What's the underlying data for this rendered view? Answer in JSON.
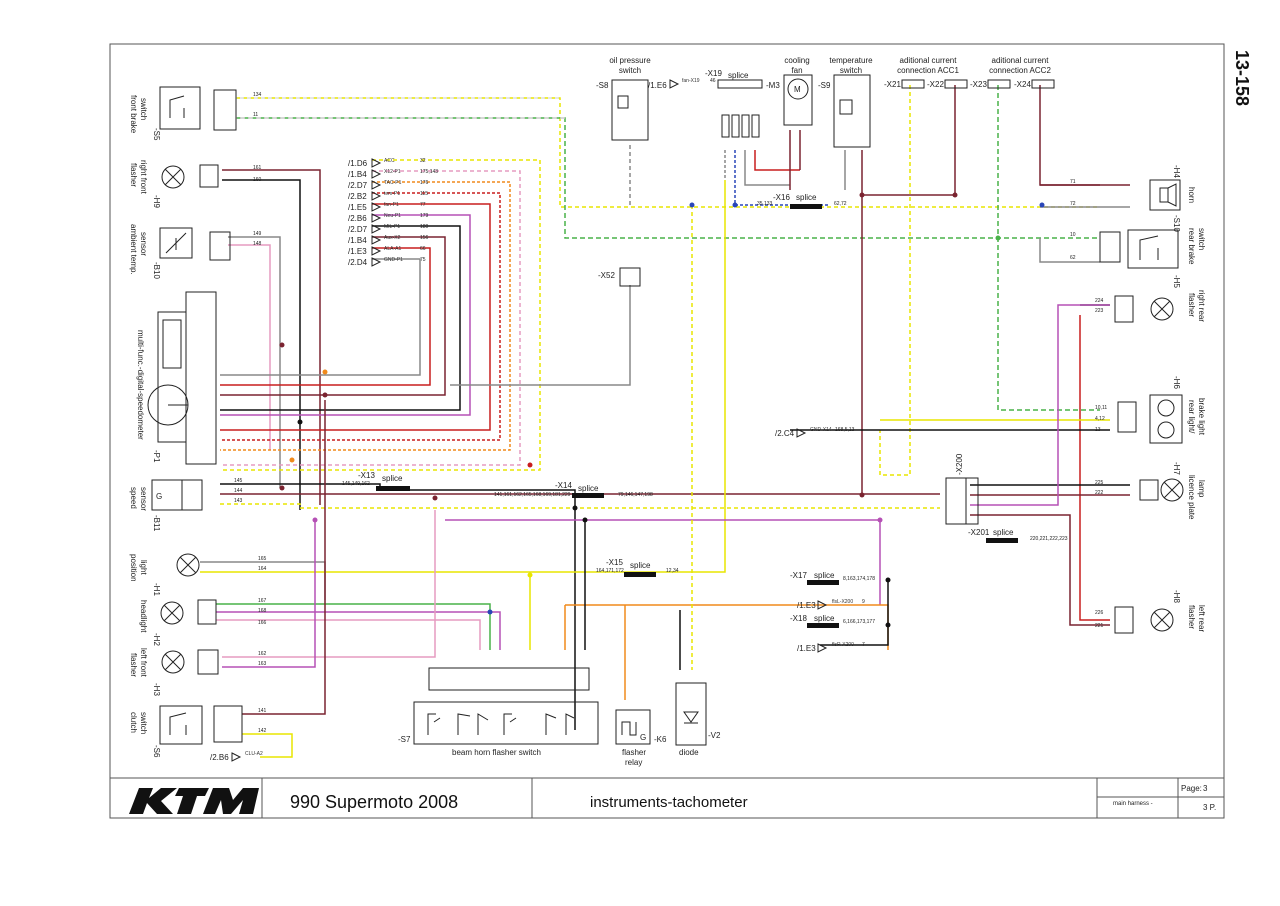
{
  "sheet_number": "13-158",
  "title_block": {
    "model": "990 Supermoto 2008",
    "section": "instruments-tachometer",
    "page_label": "Page:",
    "page_value": "3",
    "page_short": "3 P.",
    "harness": "main harness -"
  },
  "components_left": [
    {
      "id": "S5",
      "ref": "-S5",
      "name1": "front brake",
      "name2": "switch",
      "wires": [
        "134",
        "11"
      ]
    },
    {
      "id": "H9",
      "ref": "-H9",
      "name1": "flasher",
      "name2": "right front",
      "wires": [
        "161",
        "160"
      ]
    },
    {
      "id": "B10",
      "ref": "-B10",
      "name1": "ambient temp.",
      "name2": "sensor",
      "wires": [
        "149",
        "148"
      ]
    },
    {
      "id": "P1",
      "ref": "-P1",
      "name1": "multi-func.-digital-speedometer",
      "name2": ""
    },
    {
      "id": "B11",
      "ref": "-B11",
      "name1": "speed",
      "name2": "sensor",
      "wires": [
        "145",
        "144",
        "143"
      ]
    },
    {
      "id": "H1",
      "ref": "-H1",
      "name1": "position",
      "name2": "light",
      "wires": [
        "165",
        "164"
      ]
    },
    {
      "id": "H2",
      "ref": "-H2",
      "name1": "headlight",
      "name2": "",
      "wires": [
        "167",
        "168",
        "166"
      ]
    },
    {
      "id": "H3",
      "ref": "-H3",
      "name1": "flasher",
      "name2": "left front",
      "wires": [
        "162",
        "163"
      ]
    },
    {
      "id": "S6",
      "ref": "-S6",
      "name1": "clutch",
      "name2": "switch",
      "wires": [
        "141",
        "142"
      ]
    }
  ],
  "components_top": [
    {
      "id": "S8",
      "ref": "-S8",
      "name1": "oil pressure",
      "name2": "switch"
    },
    {
      "id": "M3",
      "ref": "-M3",
      "name1": "cooling",
      "name2": "fan"
    },
    {
      "id": "S9",
      "ref": "-S9",
      "name1": "temperature",
      "name2": "switch"
    },
    {
      "id": "ACC1",
      "ref": "",
      "name1": "aditional current",
      "name2": "connection   ACC1"
    },
    {
      "id": "ACC2",
      "ref": "",
      "name1": "aditional current",
      "name2": "connection   ACC2"
    }
  ],
  "components_right": [
    {
      "id": "H4",
      "ref": "-H4",
      "name1": "horn",
      "name2": "",
      "wires": [
        "71",
        "72"
      ]
    },
    {
      "id": "S10",
      "ref": "-S10",
      "name1": "rear brake",
      "name2": "switch",
      "wires": [
        "10",
        "62"
      ]
    },
    {
      "id": "H5",
      "ref": "-H5",
      "name1": "flasher",
      "name2": "right rear",
      "wires": [
        "224",
        "223"
      ]
    },
    {
      "id": "H6",
      "ref": "-H6",
      "name1": "rear light/",
      "name2": "brake light",
      "wires": [
        "10,11",
        "4,12",
        "13"
      ]
    },
    {
      "id": "H7",
      "ref": "-H7",
      "name1": "licence plate",
      "name2": "lamp",
      "wires": [
        "225",
        "222"
      ]
    },
    {
      "id": "H8",
      "ref": "-H8",
      "name1": "flasher",
      "name2": "left rear",
      "wires": [
        "226",
        "221"
      ]
    }
  ],
  "components_bottom": [
    {
      "id": "S7",
      "ref": "-S7",
      "name1": "beam horn flasher switch"
    },
    {
      "id": "K6",
      "ref": "-K6",
      "name1": "flasher",
      "name2": "relay"
    },
    {
      "id": "V2",
      "ref": "-V2",
      "name1": "diode"
    }
  ],
  "connectors": [
    {
      "id": "X13",
      "label": "-X13",
      "splice": "splice",
      "wires": "145,149,162"
    },
    {
      "id": "X14",
      "label": "-X14",
      "splice": "splice",
      "wires_left": "141,161,162,165,168,169,181,229",
      "wires_right": "79,146,147,198"
    },
    {
      "id": "X15",
      "label": "-X15",
      "splice": "splice",
      "wires_left": "164,171,172",
      "wires_right": "12,34"
    },
    {
      "id": "X16",
      "label": "-X16",
      "splice": "splice",
      "wires_left": "35,133",
      "wires_right": "62,72"
    },
    {
      "id": "X17",
      "label": "-X17",
      "splice": "splice",
      "wires": "8,163,174,178"
    },
    {
      "id": "X18",
      "label": "-X18",
      "splice": "splice",
      "wires": "6,166,173,177"
    },
    {
      "id": "X19",
      "label": "-X19",
      "splice": "splice"
    },
    {
      "id": "X52",
      "label": "-X52"
    },
    {
      "id": "X200",
      "label": "-X200"
    },
    {
      "id": "X201",
      "label": "-X201",
      "splice": "splice",
      "wires": "220,221,222,223"
    },
    {
      "id": "X21",
      "label": "-X21"
    },
    {
      "id": "X22",
      "label": "-X22"
    },
    {
      "id": "X23",
      "label": "-X23"
    },
    {
      "id": "X24",
      "label": "-X24"
    }
  ],
  "refs_left": [
    {
      "ref": "/1.D6",
      "sig": "ACC",
      "wire": "32"
    },
    {
      "ref": "/1.B4",
      "sig": "X12-P1",
      "wire": "175,143"
    },
    {
      "ref": "/2.D7",
      "sig": "TAC-P1",
      "wire": "176"
    },
    {
      "ref": "/2.B2",
      "sig": "tem-P1",
      "wire": "115"
    },
    {
      "ref": "/1.E5",
      "sig": "fan-P1",
      "wire": "77"
    },
    {
      "ref": "/2.B6",
      "sig": "Neu-P1",
      "wire": "179"
    },
    {
      "ref": "/2.D7",
      "sig": "MIL-P1",
      "wire": "180"
    },
    {
      "ref": "/1.B4",
      "sig": "Aux-X2",
      "wire": "156"
    },
    {
      "ref": "/1.E3",
      "sig": "ALA-A1",
      "wire": "66"
    },
    {
      "ref": "/2.D4",
      "sig": "GND-P1",
      "wire": "75"
    }
  ],
  "refs_other": [
    {
      "ref": "/1.E6",
      "sig": "fan-X19",
      "wire": "46"
    },
    {
      "ref": "/2.C4",
      "sig": "GND-X14",
      "wire": "168,5,13"
    },
    {
      "ref": "/1.E3",
      "sig": "flsL-X200",
      "wire": "9"
    },
    {
      "ref": "/1.E3",
      "sig": "flsR-X200",
      "wire": "7"
    },
    {
      "ref": "/2.B6",
      "sig": "CLU-A2",
      "wire": ""
    }
  ],
  "colors": {
    "black": "#111111",
    "yellow": "#e8e600",
    "green": "#49b249",
    "red": "#c81e1e",
    "blue": "#2946b8",
    "brown": "#7a2330",
    "orange": "#f08a1c",
    "gray": "#888888",
    "violet": "#b550b5",
    "pink": "#e59bc0",
    "white": "#dddddd"
  }
}
